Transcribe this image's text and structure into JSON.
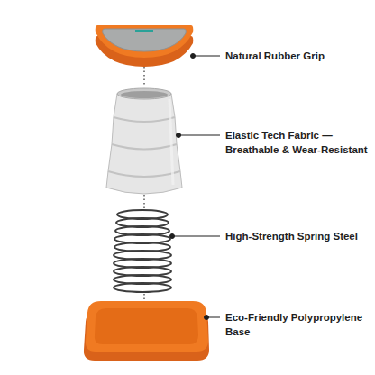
{
  "diagram": {
    "labels": [
      "Natural Rubber Grip",
      "Elastic Tech Fabric — Breathable & Wear-Resistant",
      "High-Strength Spring Steel",
      "Eco-Friendly Polypropylene Base"
    ]
  }
}
